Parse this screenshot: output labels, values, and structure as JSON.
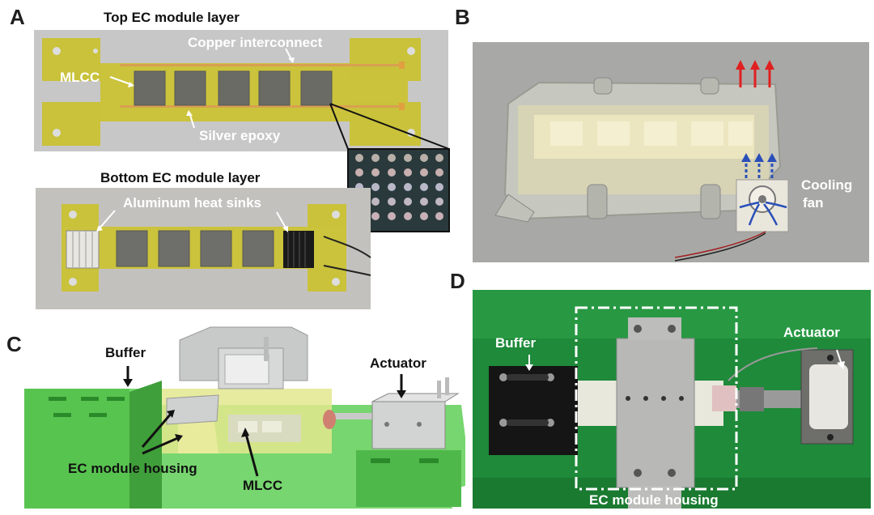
{
  "panels": {
    "a": {
      "letter": "A",
      "top_title": "Top EC module  layer",
      "bottom_title": "Bottom EC module  layer",
      "labels": {
        "copper": "Copper interconnect",
        "mlcc": "MLCC",
        "silver": "Silver epoxy",
        "aluminum": "Aluminum heat sinks"
      }
    },
    "b": {
      "letter": "B",
      "fan_label_line1": "Cooling",
      "fan_label_line2": "fan"
    },
    "c": {
      "letter": "C",
      "labels": {
        "buffer": "Buffer",
        "actuator": "Actuator",
        "housing": "EC module housing",
        "mlcc": "MLCC"
      }
    },
    "d": {
      "letter": "D",
      "labels": {
        "buffer": "Buffer",
        "actuator": "Actuator",
        "housing": "EC module housing"
      }
    }
  },
  "colors": {
    "pcb": "#c9c23a",
    "green_render": "#4fc24a",
    "green_photo": "#1f8f3a",
    "arrow_red": "#e02020",
    "arrow_blue": "#2a4fb8"
  }
}
